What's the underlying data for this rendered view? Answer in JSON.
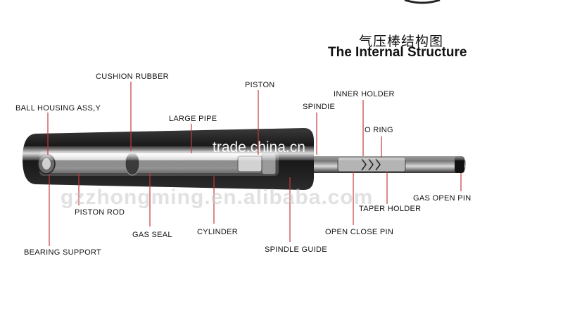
{
  "title": {
    "chinese": "气压棒结构图",
    "english": "The Internal Structure"
  },
  "labels": {
    "cushion_rubber": "CUSHION RUBBER",
    "piston": "PISTON",
    "ball_housing": "BALL HOUSING ASS,Y",
    "large_pipe": "LARGE PIPE",
    "spindie": "SPINDIE",
    "inner_holder": "INNER HOLDER",
    "o_ring": "O RING",
    "piston_rod": "PISTON ROD",
    "gas_seal": "GAS SEAL",
    "cylinder": "CYLINDER",
    "bearing_support": "BEARING SUPPORT",
    "spindle_guide": "SPINDLE GUIDE",
    "open_close_pin": "OPEN CLOSE PIN",
    "taper_holder": "TAPER HOLDER",
    "gas_open_pin": "GAS OPEN PIN"
  },
  "watermarks": {
    "trade": "trade.china.cn",
    "site": "gzzhongming.en.alibaba.com"
  },
  "colors": {
    "leader_line": "#c63a3a",
    "cylinder_body": "#1e1e1e",
    "metal_light": "#dcdcdc",
    "metal_dark": "#7a7a7a"
  }
}
